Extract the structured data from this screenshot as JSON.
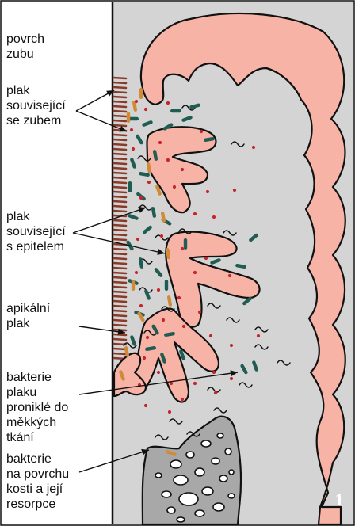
{
  "labels": {
    "tooth_surface": "povrch\nzubu",
    "tooth_plaque": "plak\nsouvisející\nse zubem",
    "epithelial_plaque": "plak\nsouvisející\ns epitelem",
    "apical_plaque": "apikální\nplak",
    "soft_tissue_bacteria": "bakterie\nplaku\nproniklé do\nměkkých\ntkání",
    "bone_surface_bacteria": "bakterie\nna povrchu\nkosti a její\nresorpce"
  },
  "panel_number": "1",
  "colors": {
    "background": "#d4d4d4",
    "tissue": "#f6b3a6",
    "bone": "#a8a8a8",
    "enamel_fibers": "#8a3a28",
    "bacteria_rods": "#1f5c52",
    "orange_bacteria": "#d08a38",
    "cocci": "#c8242c",
    "outline": "#111111"
  }
}
